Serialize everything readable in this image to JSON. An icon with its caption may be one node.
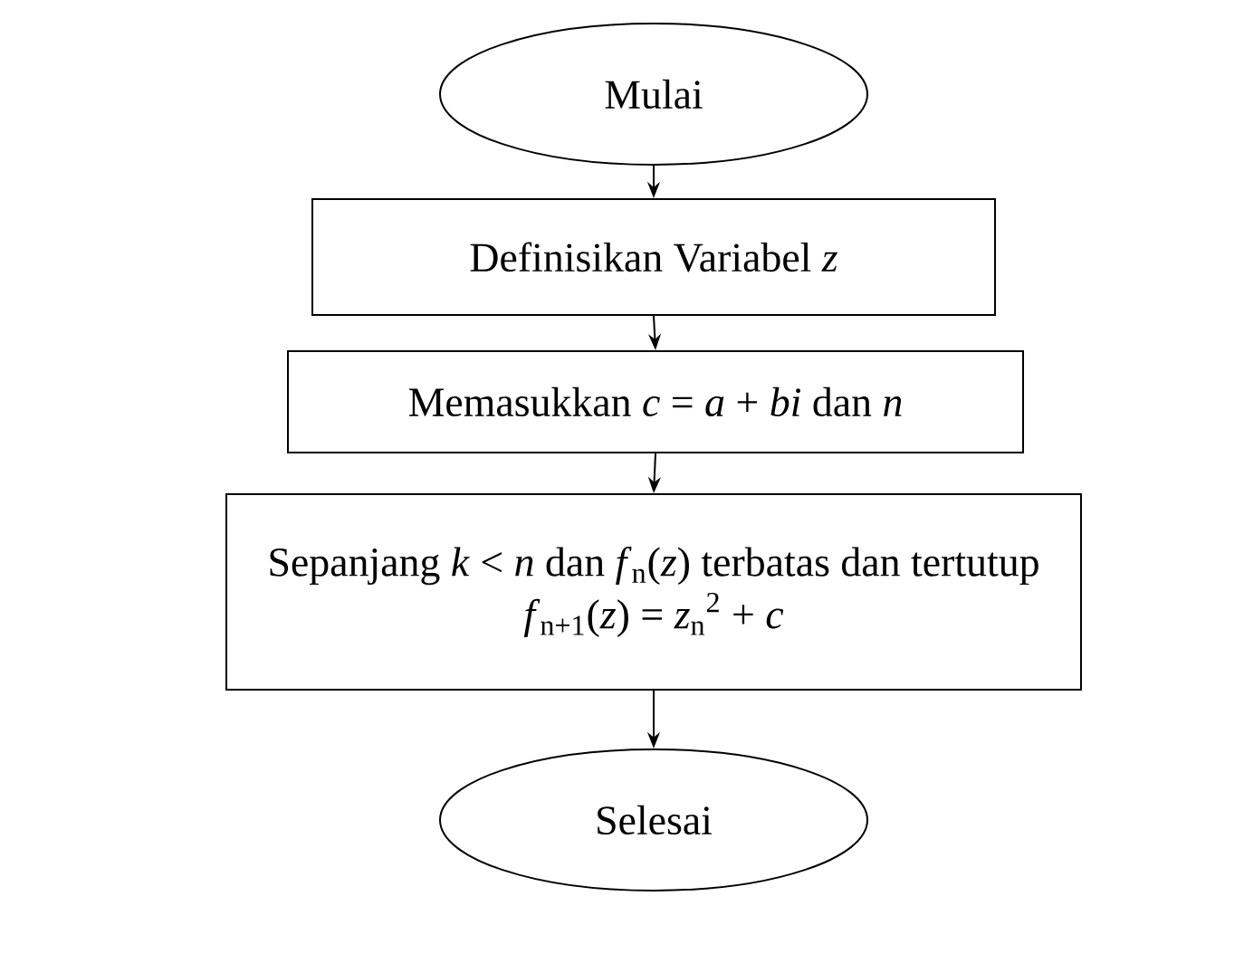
{
  "diagram": {
    "nodes": [
      {
        "text": [
          "Mulai"
        ]
      },
      {
        "text": [
          "Definisikan Variabel *z*"
        ]
      },
      {
        "text": [
          "Memasukkan *c* = *a* + *bi* dan *n*"
        ]
      },
      {
        "text": [
          "Sepanjang *k* < *n* dan *f*$_{n}$(*z*) terbatas dan tertutup",
          "*f*$_{n+1}$(*z*) =  *z*$_{n}$$^{2}$ + *c*"
        ]
      },
      {
        "text": [
          "Selesai"
        ]
      }
    ],
    "edges": [
      {
        "from": 0,
        "to": 1,
        "arrow": "to"
      },
      {
        "from": 1,
        "to": 2,
        "arrow": "to"
      },
      {
        "from": 2,
        "to": 3,
        "arrow": "to"
      },
      {
        "from": 3,
        "to": 4,
        "arrow": "to"
      }
    ]
  }
}
